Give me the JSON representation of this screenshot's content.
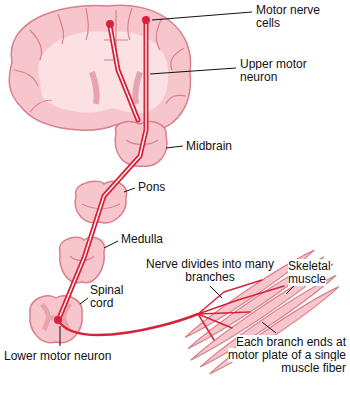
{
  "diagram": {
    "labels": [
      "Motor nerve cells",
      "Upper motor neuron",
      "Midbrain",
      "Pons",
      "Medulla",
      "Nerve divides into many branches",
      "Skeletal muscle",
      "Spinal cord",
      "Lower motor neuron",
      "Each branch ends at motor plate of a single muscle fiber"
    ]
  }
}
